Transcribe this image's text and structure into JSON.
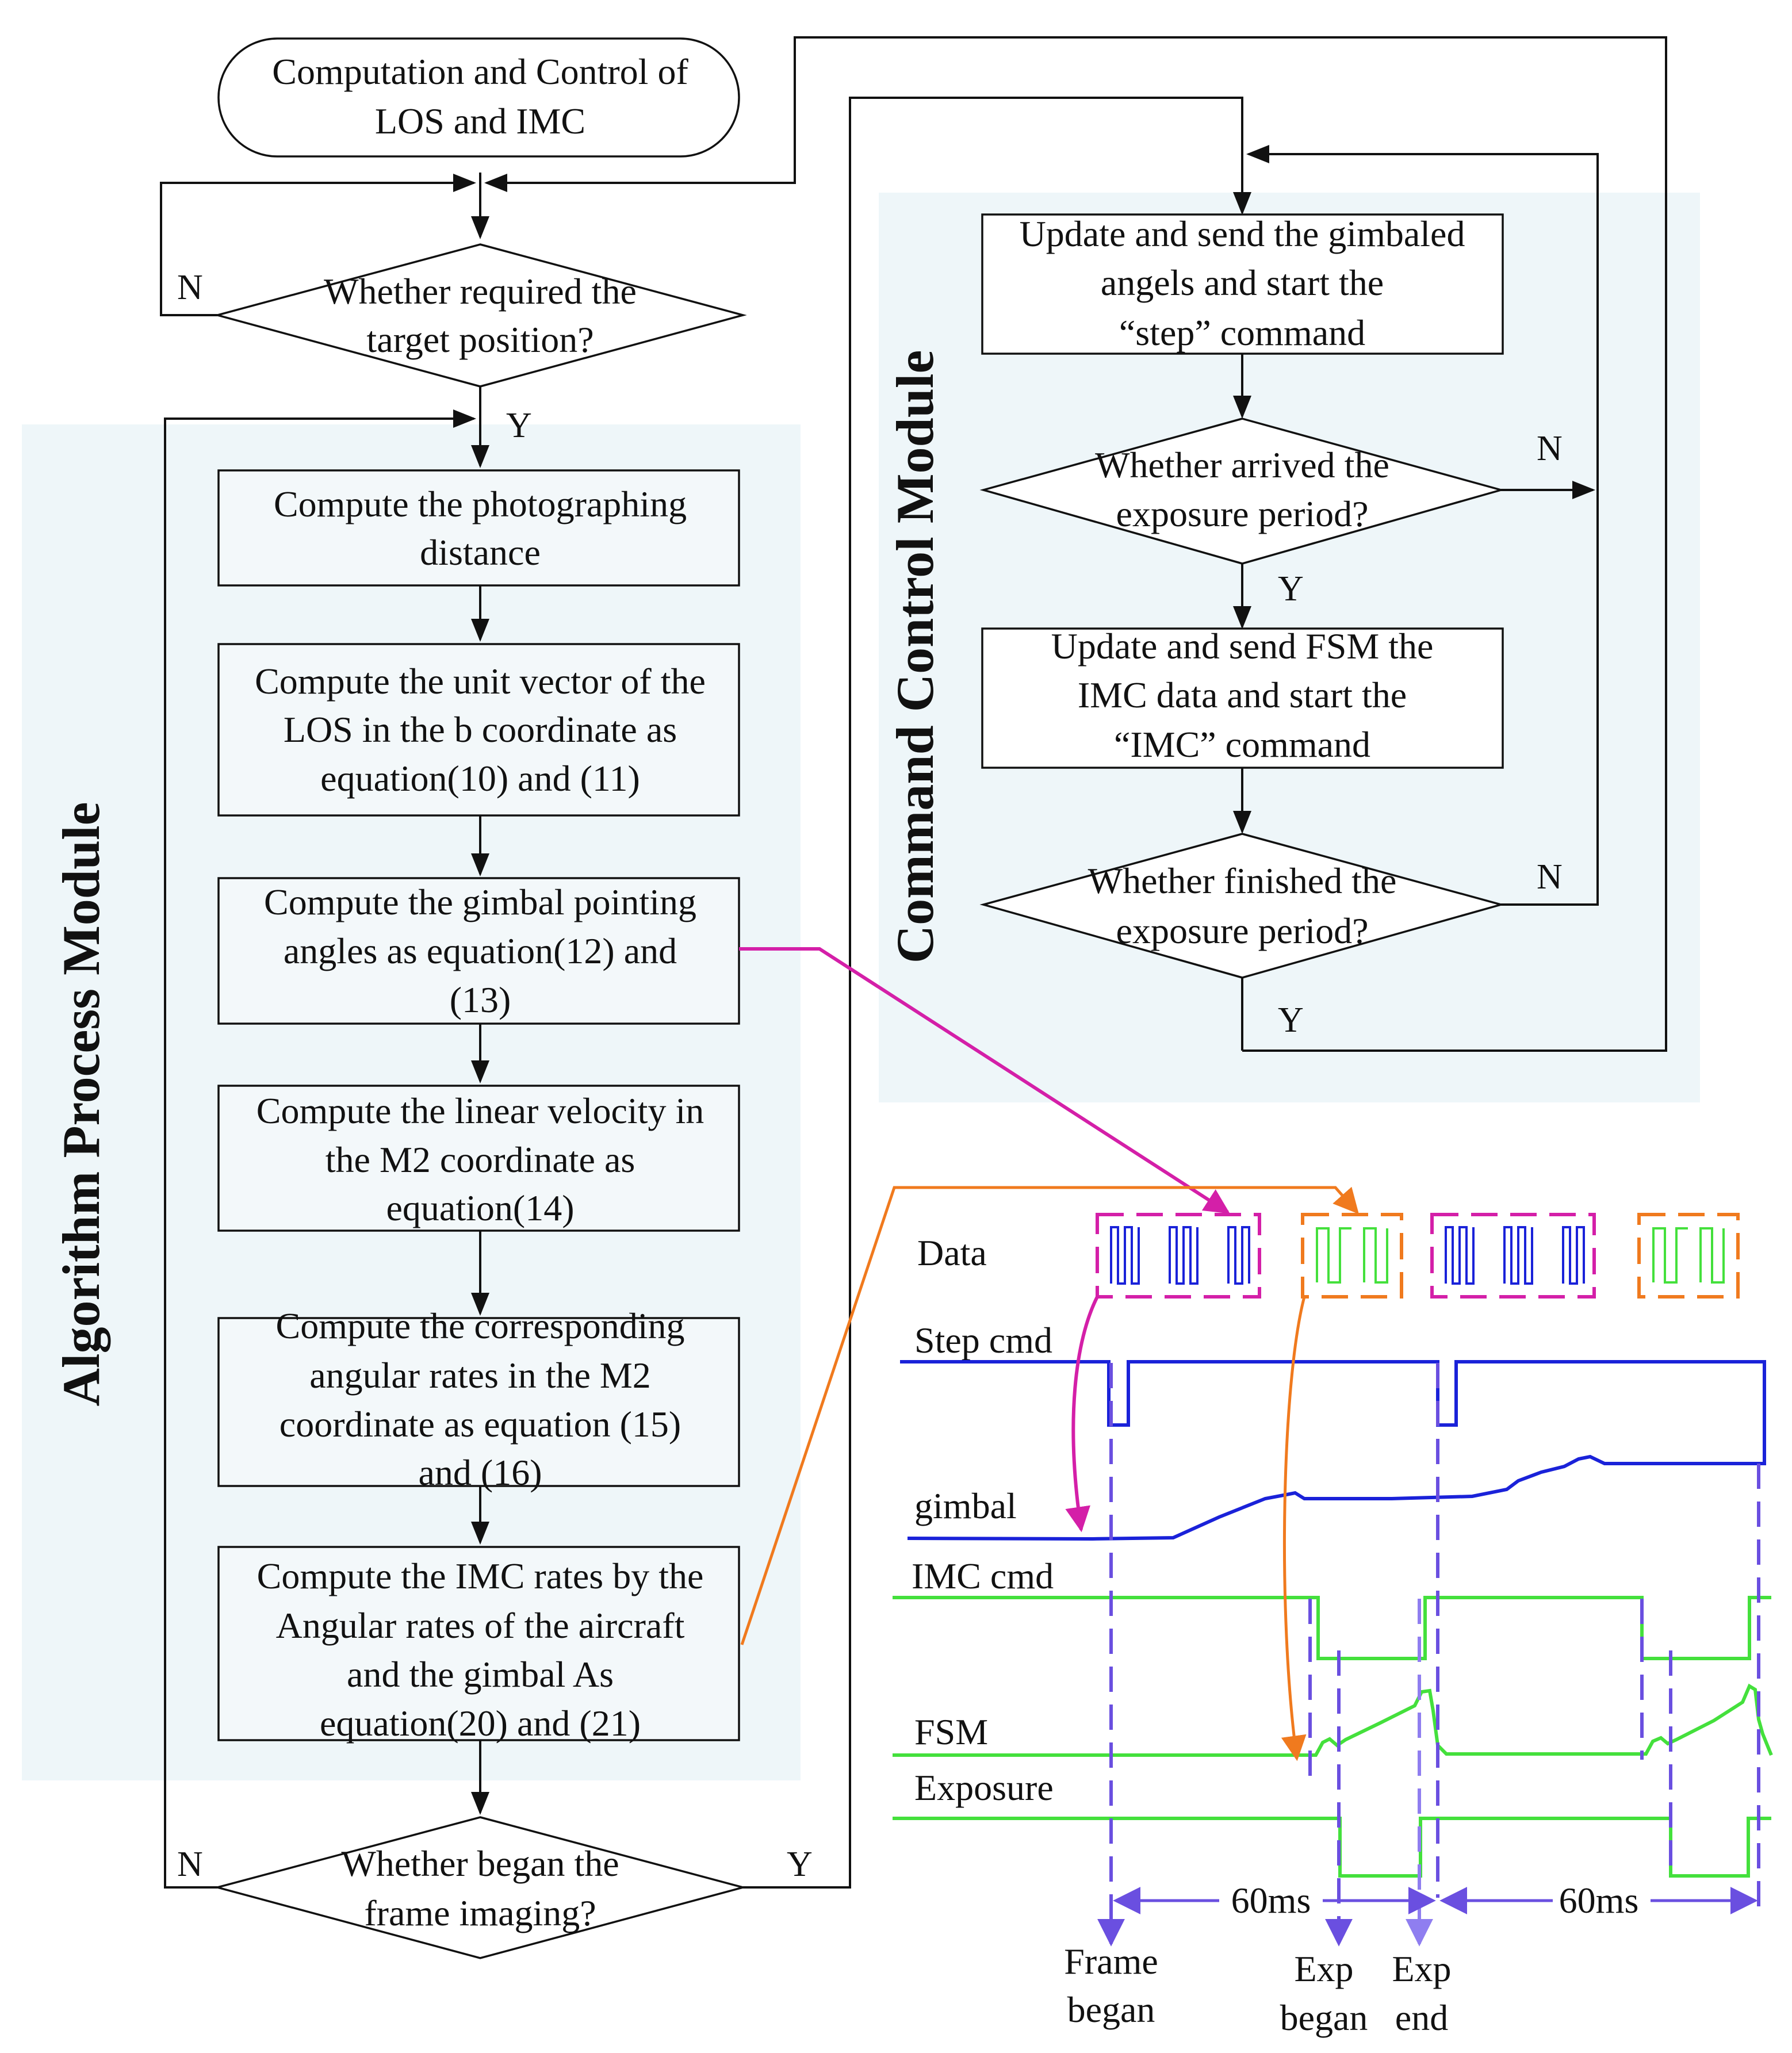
{
  "modules": {
    "algorithm": "Algorithm Process Module",
    "command": "Command Control Module"
  },
  "nodes": {
    "start": [
      "Computation and Control of",
      "LOS and IMC"
    ],
    "d_target": [
      "Whether required the",
      "target position?"
    ],
    "p_distance": [
      "Compute the photographing",
      "distance"
    ],
    "p_unit_vector": [
      "Compute the unit vector of the",
      "LOS in the b coordinate as",
      "equation(10) and (11)"
    ],
    "p_gimbal_angles": [
      "Compute the gimbal pointing",
      "angles as equation(12) and",
      "(13)"
    ],
    "p_linear_velocity": [
      "Compute the linear velocity in",
      "the M2 coordinate as",
      "equation(14)"
    ],
    "p_angular_rates": [
      "Compute the corresponding",
      "angular rates in the M2",
      "coordinate as equation (15)",
      "and (16)"
    ],
    "p_imc_rates": [
      "Compute the IMC rates by the",
      "Angular rates of the aircraft",
      "and the gimbal As",
      "equation(20) and (21)"
    ],
    "d_frame": [
      "Whether began the",
      "frame imaging?"
    ],
    "c_update_gimbal": [
      "Update and send the gimbaled",
      "angels and start the",
      "“step” command"
    ],
    "d_arrived": [
      "Whether arrived the",
      "exposure period?"
    ],
    "c_update_fsm": [
      "Update and send FSM the",
      "IMC data and start the",
      "“IMC” command"
    ],
    "d_finished": [
      "Whether finished the",
      "exposure period?"
    ]
  },
  "branch_labels": {
    "target_no": "N",
    "target_yes": "Y",
    "frame_no": "N",
    "frame_yes": "Y",
    "arrived_no": "N",
    "arrived_yes": "Y",
    "finished_no": "N",
    "finished_yes": "Y"
  },
  "timing": {
    "signals": [
      "Data",
      "Step cmd",
      "gimbal",
      "IMC cmd",
      "FSM",
      "Exposure"
    ],
    "period_1": "60ms",
    "period_2": "60ms",
    "markers": {
      "frame_began": [
        "Frame",
        "began"
      ],
      "exp_began": [
        "Exp",
        "began"
      ],
      "exp_end": [
        "Exp",
        "end"
      ]
    },
    "colors": {
      "step": "#1a22d9",
      "imc": "#44e03c",
      "data_magenta": "#d41fa8",
      "data_orange": "#f07a1e",
      "marker": "#6a4fe0",
      "module_bg": "#eef6f9"
    }
  }
}
